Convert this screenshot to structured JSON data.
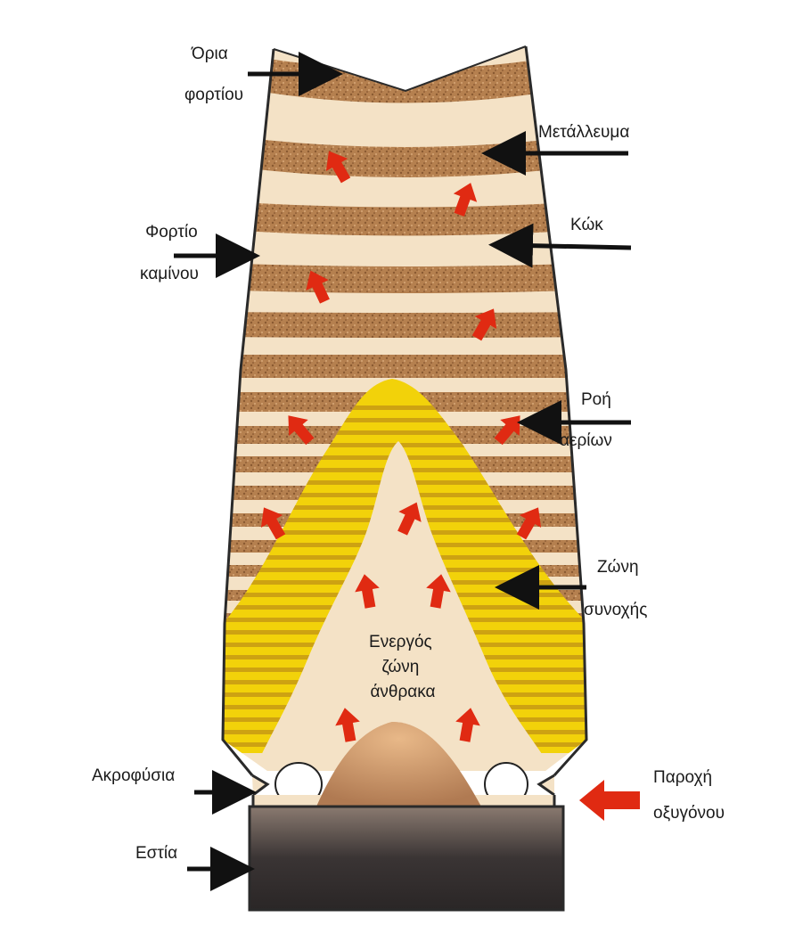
{
  "labels": {
    "load_limits": [
      "Όρια",
      "φορτίου"
    ],
    "ore": [
      "Μετάλλευμα"
    ],
    "furnace_charge": [
      "Φορτίο",
      "καμίνου"
    ],
    "coke": [
      "Κώκ"
    ],
    "gas_flow": [
      "Ροή",
      "αερίων"
    ],
    "cohesive_zone": [
      "Ζώνη",
      "συνοχής"
    ],
    "active_coke_zone": [
      "Ενεργός",
      "ζώνη",
      "άνθρακα"
    ],
    "tuyere": [
      "Ακροφύσια"
    ],
    "oxygen_supply": [
      "Παροχή",
      "οξυγόνου"
    ],
    "hearth": [
      "Εστία"
    ]
  },
  "colors": {
    "ore_band": "#b07a4a",
    "coke_band": "#f3e2c6",
    "cohesive_yellow": "#f2d20a",
    "cohesive_dark": "#c79a14",
    "gas_arrow": "#e02a12",
    "hearth_dark": "#3a3434",
    "outline": "#2a2a2a"
  }
}
